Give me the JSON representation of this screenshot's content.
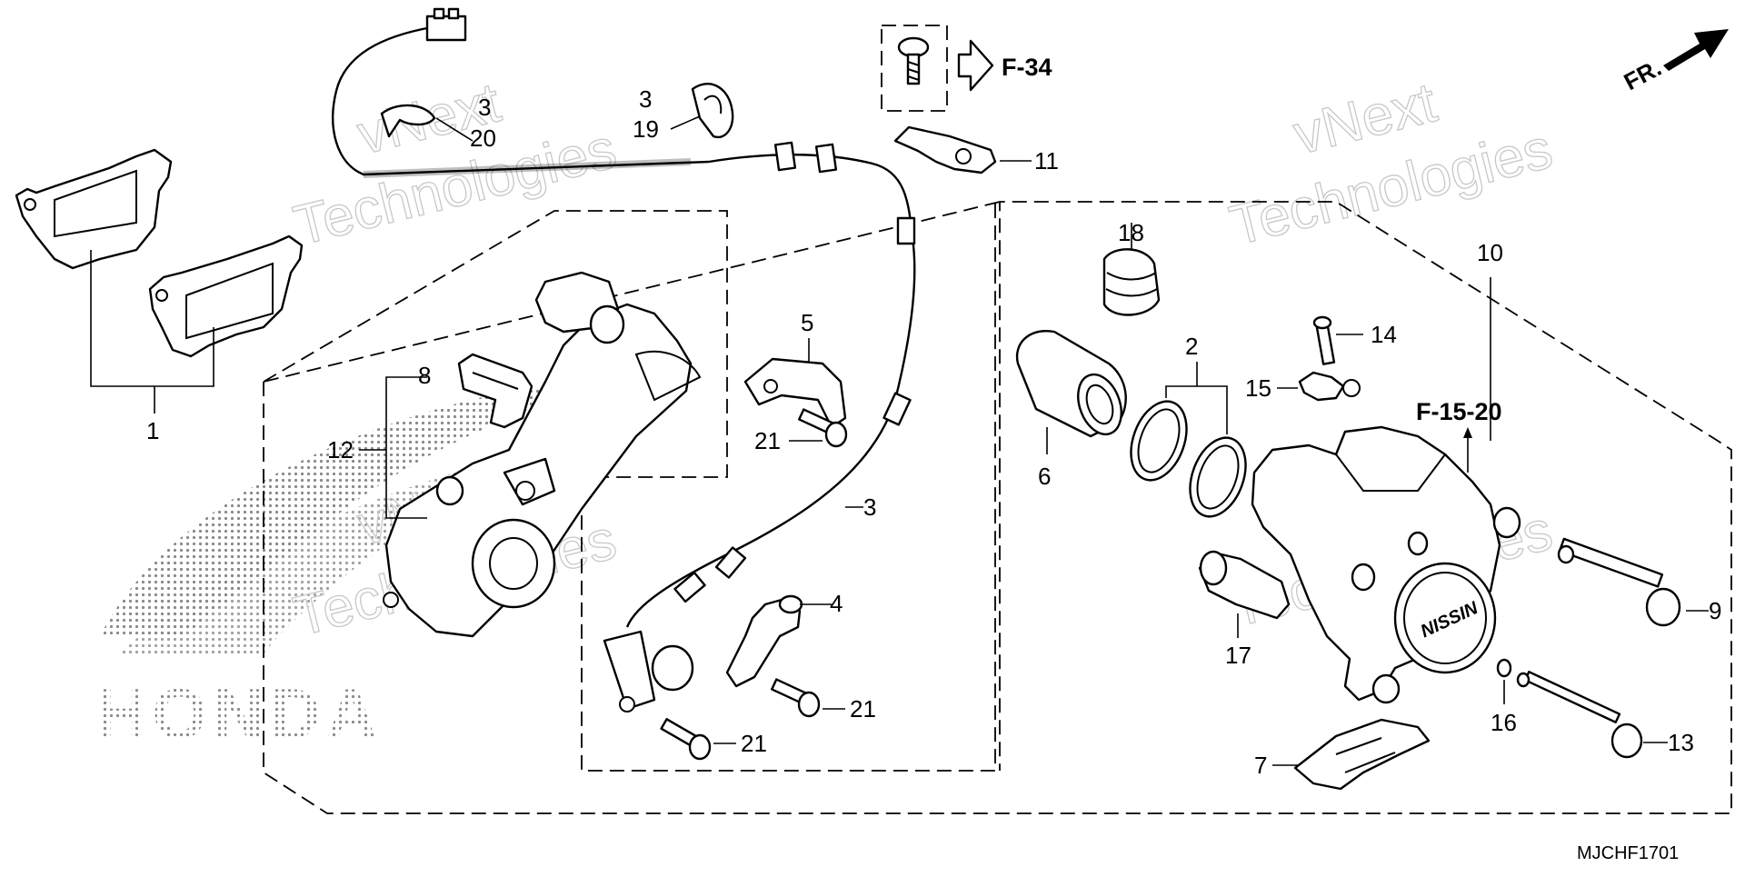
{
  "diagram": {
    "callouts": {
      "c1": "1",
      "c2": "2",
      "c3_top_a": "3",
      "c3_top_b": "3",
      "c3_mid": "3",
      "c4": "4",
      "c5": "5",
      "c6": "6",
      "c7": "7",
      "c8": "8",
      "c9": "9",
      "c10": "10",
      "c11": "11",
      "c12": "12",
      "c13": "13",
      "c14": "14",
      "c15": "15",
      "c16": "16",
      "c17": "17",
      "c18": "18",
      "c19": "19",
      "c20": "20",
      "c21_a": "21",
      "c21_b": "21",
      "c21_c": "21"
    },
    "ref_f34": "F-34",
    "ref_f1520": "F-15-20",
    "front_indicator": "FR.",
    "drawing_code": "MJCHF1701",
    "brand_logo_text": "HONDA",
    "watermark": {
      "line1": "vNext",
      "line2": "Technologies"
    },
    "caliper_brand": "NISSIN"
  }
}
